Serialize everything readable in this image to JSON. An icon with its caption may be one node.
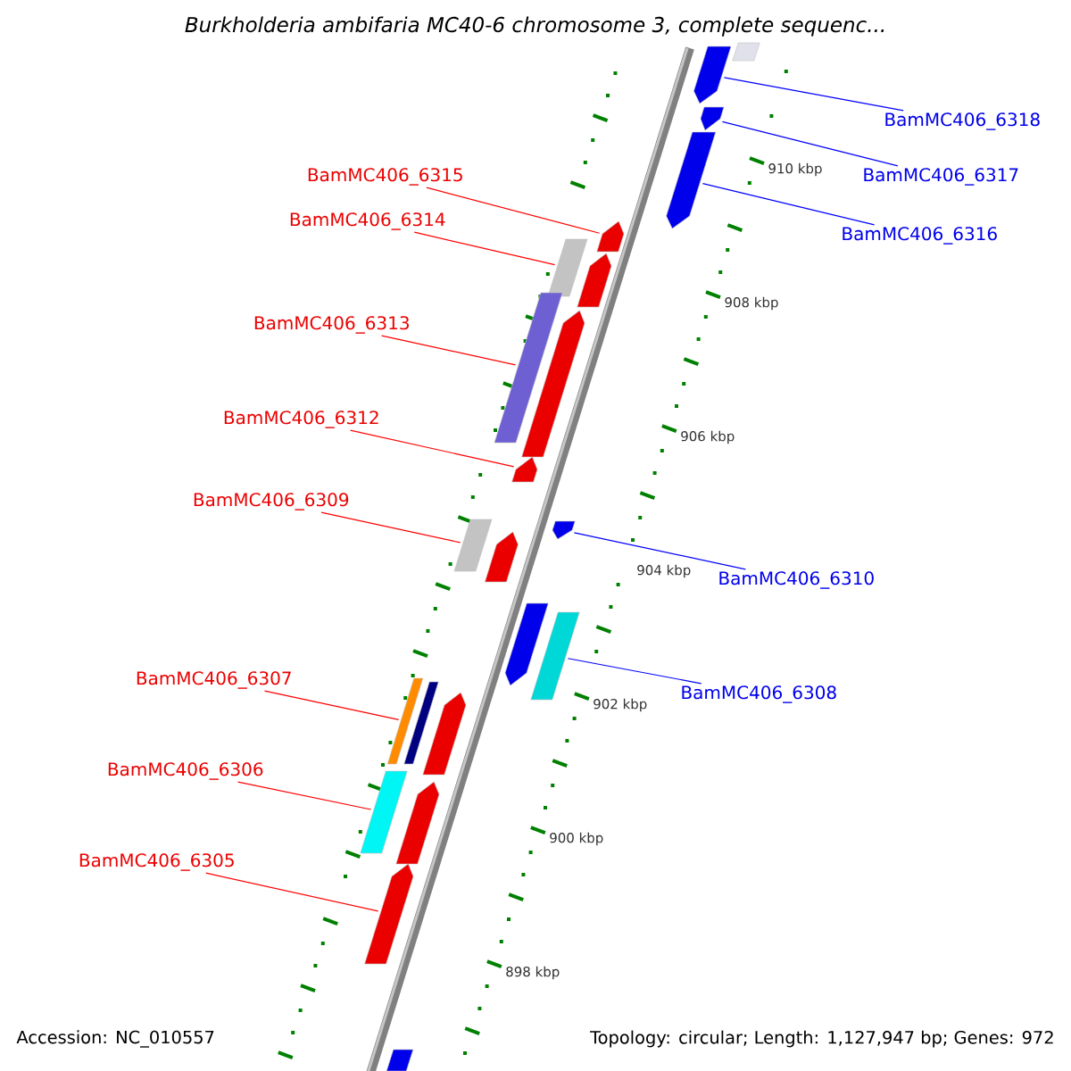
{
  "diagram": {
    "title": "Burkholderia ambifaria MC40-6 chromosome 3, complete sequenc...",
    "nodes": [
      {
        "text": [
          "BamMC406_6318"
        ]
      },
      {
        "text": [],
        "shape": "pentagon"
      },
      {
        "text": [
          "BamMC406_6315"
        ]
      },
      {
        "text": [],
        "shape": "pentagon"
      },
      {
        "text": [
          "BamMC406_6317"
        ]
      },
      {
        "text": [],
        "shape": "pentagon"
      },
      {
        "text": [
          "BamMC406_6314"
        ]
      },
      {
        "text": [],
        "shape": "bar"
      },
      {
        "text": [
          "BamMC406_6316"
        ]
      },
      {
        "text": [],
        "shape": "pentagon"
      },
      {
        "text": [
          "BamMC406_6313"
        ]
      },
      {
        "text": [],
        "shape": "bar"
      },
      {
        "text": [
          "BamMC406_6312"
        ]
      },
      {
        "text": [],
        "shape": "pentagon"
      },
      {
        "text": [
          "BamMC406_6309"
        ]
      },
      {
        "text": [],
        "shape": "bar"
      },
      {
        "text": [
          "BamMC406_6310"
        ]
      },
      {
        "text": [],
        "shape": "pentagon"
      },
      {
        "text": [
          "BamMC406_6307"
        ]
      },
      {
        "text": [],
        "shape": "bar"
      },
      {
        "text": [
          "BamMC406_6308"
        ]
      },
      {
        "text": [],
        "shape": "bar"
      },
      {
        "text": [
          "BamMC406_6306"
        ]
      },
      {
        "text": [],
        "shape": "bar"
      },
      {
        "text": [
          "BamMC406_6305"
        ]
      },
      {
        "text": [],
        "shape": "pentagon"
      },
      {
        "text": [],
        "shape": "bar"
      },
      {
        "text": [],
        "shape": "pentagon"
      },
      {
        "text": [],
        "shape": "pentagon"
      },
      {
        "text": [],
        "shape": "pentagon"
      },
      {
        "text": [],
        "shape": "pentagon"
      },
      {
        "text": [],
        "shape": "bar"
      },
      {
        "text": [],
        "shape": "pentagon"
      },
      {
        "text": [],
        "shape": "pentagon"
      },
      {
        "text": [],
        "shape": "bar"
      }
    ],
    "edges": [
      {
        "from": 0,
        "to": 1,
        "arrow": "none",
        "color": "#0000ff"
      },
      {
        "from": 2,
        "to": 3,
        "arrow": "none"
      },
      {
        "from": 4,
        "to": 5,
        "arrow": "none",
        "color": "#0000ff"
      },
      {
        "from": 6,
        "to": 7,
        "arrow": "none"
      },
      {
        "from": 8,
        "to": 9,
        "arrow": "none",
        "color": "#0000ff"
      },
      {
        "from": 10,
        "to": 11,
        "arrow": "none"
      },
      {
        "from": 12,
        "to": 13,
        "arrow": "none"
      },
      {
        "from": 14,
        "to": 15,
        "arrow": "none"
      },
      {
        "from": 16,
        "to": 17,
        "arrow": "none",
        "color": "#0000ff"
      },
      {
        "from": 18,
        "to": 19,
        "arrow": "none"
      },
      {
        "from": 20,
        "to": 21,
        "arrow": "none",
        "color": "#0000ff"
      },
      {
        "from": 22,
        "to": 23,
        "arrow": "none"
      },
      {
        "from": 24,
        "to": 25,
        "arrow": "none"
      }
    ],
    "labels": [
      "910 kbp",
      "908 kbp",
      "906 kbp",
      "904 kbp",
      "902 kbp",
      "900 kbp",
      "898 kbp",
      "Accession: NC_010557",
      "Topology: circular; Length: 1,127,947 bp; Genes: 972"
    ]
  }
}
